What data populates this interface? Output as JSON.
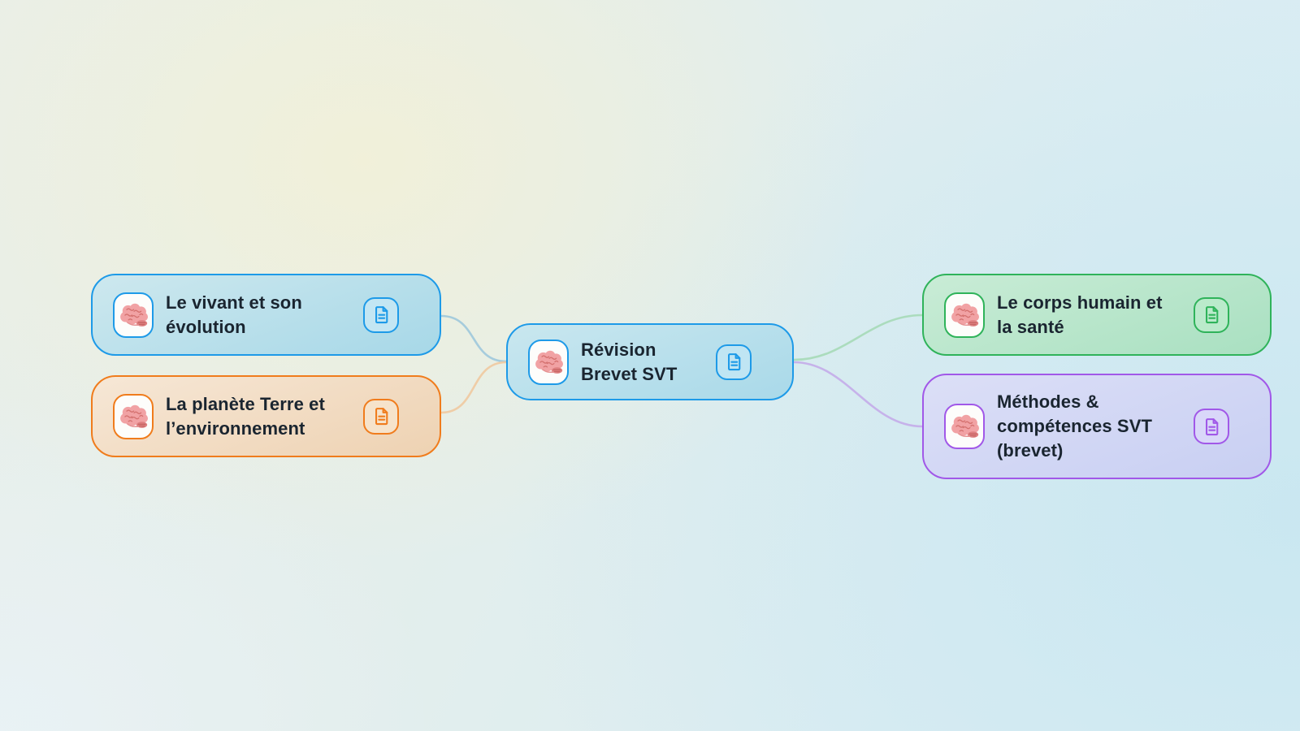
{
  "app": {
    "view": "mindmap-canvas"
  },
  "mindmap": {
    "center": {
      "title": "Révision Brevet SVT",
      "lines": [
        "Révision",
        "Brevet SVT"
      ],
      "colors": {
        "accent": "#1d9ae8",
        "bg1": "#c9e7ef",
        "bg2": "#a9d9e9",
        "btn": "#bfe5f3"
      },
      "icons": {
        "left": "brain-emoji",
        "right": "document-outline"
      }
    },
    "branches": [
      {
        "title": "Le vivant et son évolution",
        "lines": [
          "Le vivant et son",
          "évolution"
        ],
        "side": "left-top",
        "colors": {
          "accent": "#1d9ae8",
          "bg1": "#cde8ee",
          "bg2": "#a7d8e8",
          "btn": "#c3e6f3"
        },
        "icons": {
          "left": "brain-emoji",
          "right": "document-outline"
        }
      },
      {
        "title": "La planète Terre et l’environnement",
        "lines": [
          "La planète Terre et",
          "l’environnement"
        ],
        "side": "left-bottom",
        "colors": {
          "accent": "#f07c1c",
          "bg1": "#f6e7d6",
          "bg2": "#eed2b2",
          "btn": "#f6e3cb"
        },
        "icons": {
          "left": "brain-emoji",
          "right": "document-outline"
        }
      },
      {
        "title": "Le corps humain et la santé",
        "lines": [
          "Le corps humain et",
          "la santé"
        ],
        "side": "right-top",
        "colors": {
          "accent": "#2fb35a",
          "bg1": "#c9ecd6",
          "bg2": "#a9e0c1",
          "btn": "#baeacb"
        },
        "icons": {
          "left": "brain-emoji",
          "right": "document-outline"
        }
      },
      {
        "title": "Méthodes & compétences SVT (brevet)",
        "lines": [
          "Méthodes &",
          "compétences SVT",
          "(brevet)"
        ],
        "side": "right-bottom",
        "colors": {
          "accent": "#a158e8",
          "bg1": "#dcdff7",
          "bg2": "#c8cff2",
          "btn": "#d9d7f9"
        },
        "icons": {
          "left": "brain-emoji",
          "right": "document-outline"
        }
      }
    ],
    "edges": [
      {
        "from": "Le vivant et son évolution",
        "to": "Révision Brevet SVT",
        "color": "#9fc8db"
      },
      {
        "from": "La planète Terre et l’environnement",
        "to": "Révision Brevet SVT",
        "color": "#efc9a0"
      },
      {
        "from": "Révision Brevet SVT",
        "to": "Le corps humain et la santé",
        "color": "#a6dab7"
      },
      {
        "from": "Révision Brevet SVT",
        "to": "Méthodes & compétences SVT (brevet)",
        "color": "#c4ace9"
      }
    ]
  }
}
